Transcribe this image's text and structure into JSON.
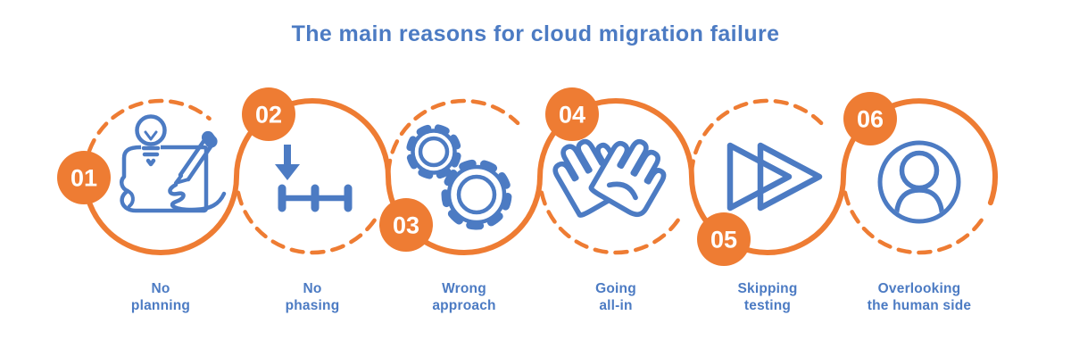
{
  "title": "The main reasons for cloud migration failure",
  "colors": {
    "accent_orange": "#EE7C33",
    "accent_blue": "#4C7BC3",
    "background": "#FFFFFF"
  },
  "steps": [
    {
      "number": "01",
      "icon": "blueprint-plan-icon",
      "label_lines": [
        "No",
        "planning"
      ]
    },
    {
      "number": "02",
      "icon": "timeline-phasing-icon",
      "label_lines": [
        "No",
        "phasing"
      ]
    },
    {
      "number": "03",
      "icon": "gears-icon",
      "label_lines": [
        "Wrong",
        "approach"
      ]
    },
    {
      "number": "04",
      "icon": "hands-icon",
      "label_lines": [
        "Going",
        "all-in"
      ]
    },
    {
      "number": "05",
      "icon": "fast-forward-icon",
      "label_lines": [
        "Skipping",
        "testing"
      ]
    },
    {
      "number": "06",
      "icon": "person-icon",
      "label_lines": [
        "Overlooking",
        "the human side"
      ]
    }
  ]
}
